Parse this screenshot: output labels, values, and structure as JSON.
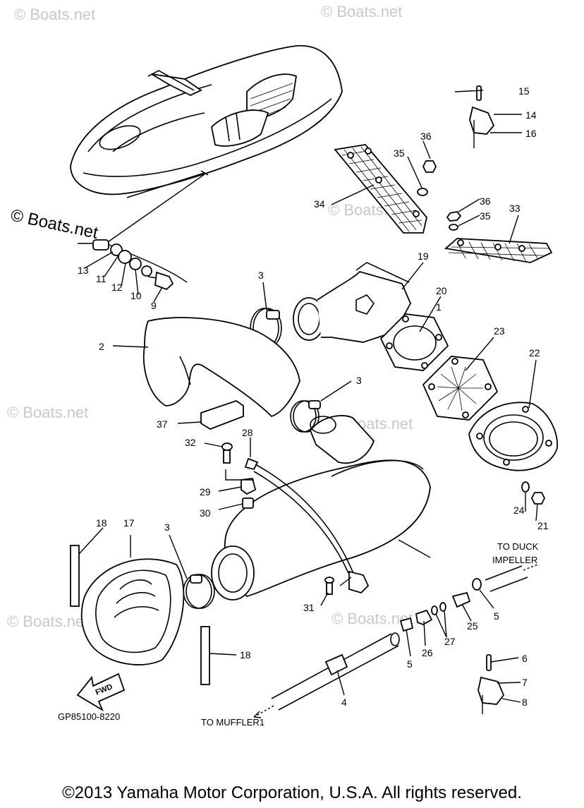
{
  "watermarks": {
    "top_left": "© Boats.net",
    "top_center": "© Boats.net",
    "mid_left_black": "© Boats.net",
    "mid_right": "© Boats.net",
    "left_middle": "© Boats.net",
    "right_middle": "© Boats.net",
    "bottom_left": "© Boats.net",
    "bottom_center": "© Boats.net"
  },
  "part_labels": {
    "p1": "1",
    "p2": "2",
    "p3a": "3",
    "p3b": "3",
    "p3c": "3",
    "p4": "4",
    "p5a": "5",
    "p5b": "5",
    "p6": "6",
    "p7": "7",
    "p8": "8",
    "p9": "9",
    "p10": "10",
    "p11": "11",
    "p12": "12",
    "p13": "13",
    "p14": "14",
    "p15": "15",
    "p16": "16",
    "p17": "17",
    "p18a": "18",
    "p18b": "18",
    "p19": "19",
    "p20": "20",
    "p21": "21",
    "p22": "22",
    "p23": "23",
    "p24": "24",
    "p25": "25",
    "p26": "26",
    "p27": "27",
    "p28": "28",
    "p29": "29",
    "p30": "30",
    "p31": "31",
    "p32": "32",
    "p33": "33",
    "p34": "34",
    "p35a": "35",
    "p35b": "35",
    "p36a": "36",
    "p36b": "36",
    "p37": "37"
  },
  "annotations": {
    "to_duck_line1": "TO DUCK",
    "to_duck_line2": "IMPELLER",
    "to_muffler": "TO MUFFLER1",
    "fwd": "FWD",
    "diagram_code": "GP85100-8220"
  },
  "copyright": "©2013 Yamaha Motor Corporation, U.S.A. All rights reserved."
}
